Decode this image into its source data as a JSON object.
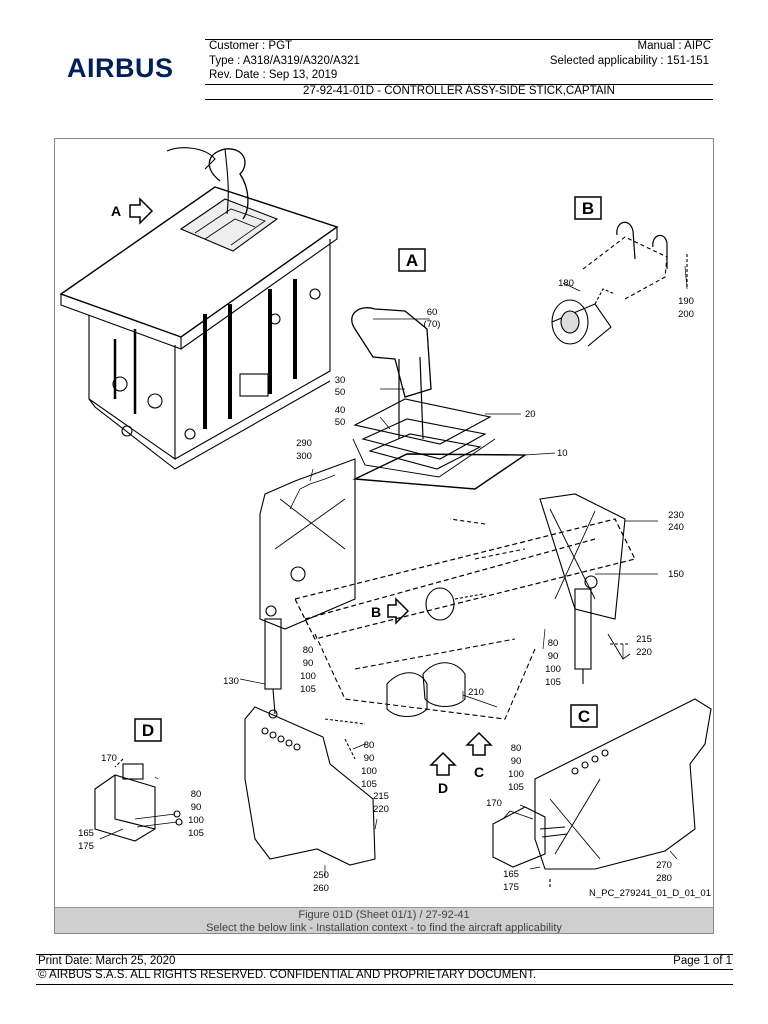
{
  "header": {
    "logo": "AIRBUS",
    "customer": "Customer : PGT",
    "manual": "Manual : AIPC",
    "type": "Type : A318/A319/A320/A321",
    "applicability": "Selected applicability : 151-151",
    "rev_date": "Rev. Date : Sep 13, 2019",
    "title": "27-92-41-01D - CONTROLLER ASSY-SIDE STICK,CAPTAIN"
  },
  "figure": {
    "views": {
      "a": "A",
      "b": "B",
      "c": "C",
      "d": "D"
    },
    "callouts": {
      "p60": "60",
      "p70": "(70)",
      "p30": "30",
      "p50a": "50",
      "p40": "40",
      "p50b": "50",
      "p20": "20",
      "p10": "10",
      "p290": "290",
      "p300": "300",
      "p180": "180",
      "p190": "190",
      "p200": "200",
      "p230": "230",
      "p240": "240",
      "p150": "150",
      "p215a": "215",
      "p220a": "220",
      "p80a": "80",
      "p90a": "90",
      "p100a": "100",
      "p105a": "105",
      "p80b": "80",
      "p90b": "90",
      "p100b": "100",
      "p105b": "105",
      "p130": "130",
      "p210": "210",
      "p80c": "80",
      "p90c": "90",
      "p100c": "100",
      "p105c": "105",
      "p80d": "80",
      "p90d": "90",
      "p100d": "100",
      "p105d": "105",
      "p215b": "215",
      "p220b": "220",
      "p170a": "170",
      "p165a": "165",
      "p175a": "175",
      "p80e": "80",
      "p90e": "90",
      "p100e": "100",
      "p105e": "105",
      "p250": "250",
      "p260": "260",
      "p170b": "170",
      "p165b": "165",
      "p175b": "175",
      "p270": "270",
      "p280": "280"
    },
    "drawing_id": "N_PC_279241_01_D_01_01",
    "caption_line1": "Figure 01D (Sheet 01/1) / 27-92-41",
    "caption_line2": "Select the below link - Installation context - to find the aircraft applicability"
  },
  "footer": {
    "print_date": "Print Date: March 25, 2020",
    "page": "Page 1 of 1",
    "copyright": "© AIRBUS S.A.S. ALL RIGHTS RESERVED. CONFIDENTIAL AND PROPRIETARY DOCUMENT."
  }
}
